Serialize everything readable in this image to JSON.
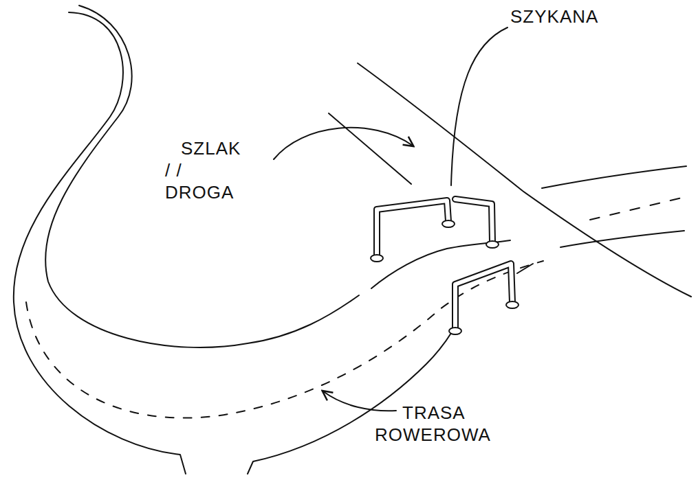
{
  "diagram": {
    "labels": [
      "SZLAK / / DROGA",
      "SZYKANA",
      "TRASA ROWEROWA"
    ]
  }
}
